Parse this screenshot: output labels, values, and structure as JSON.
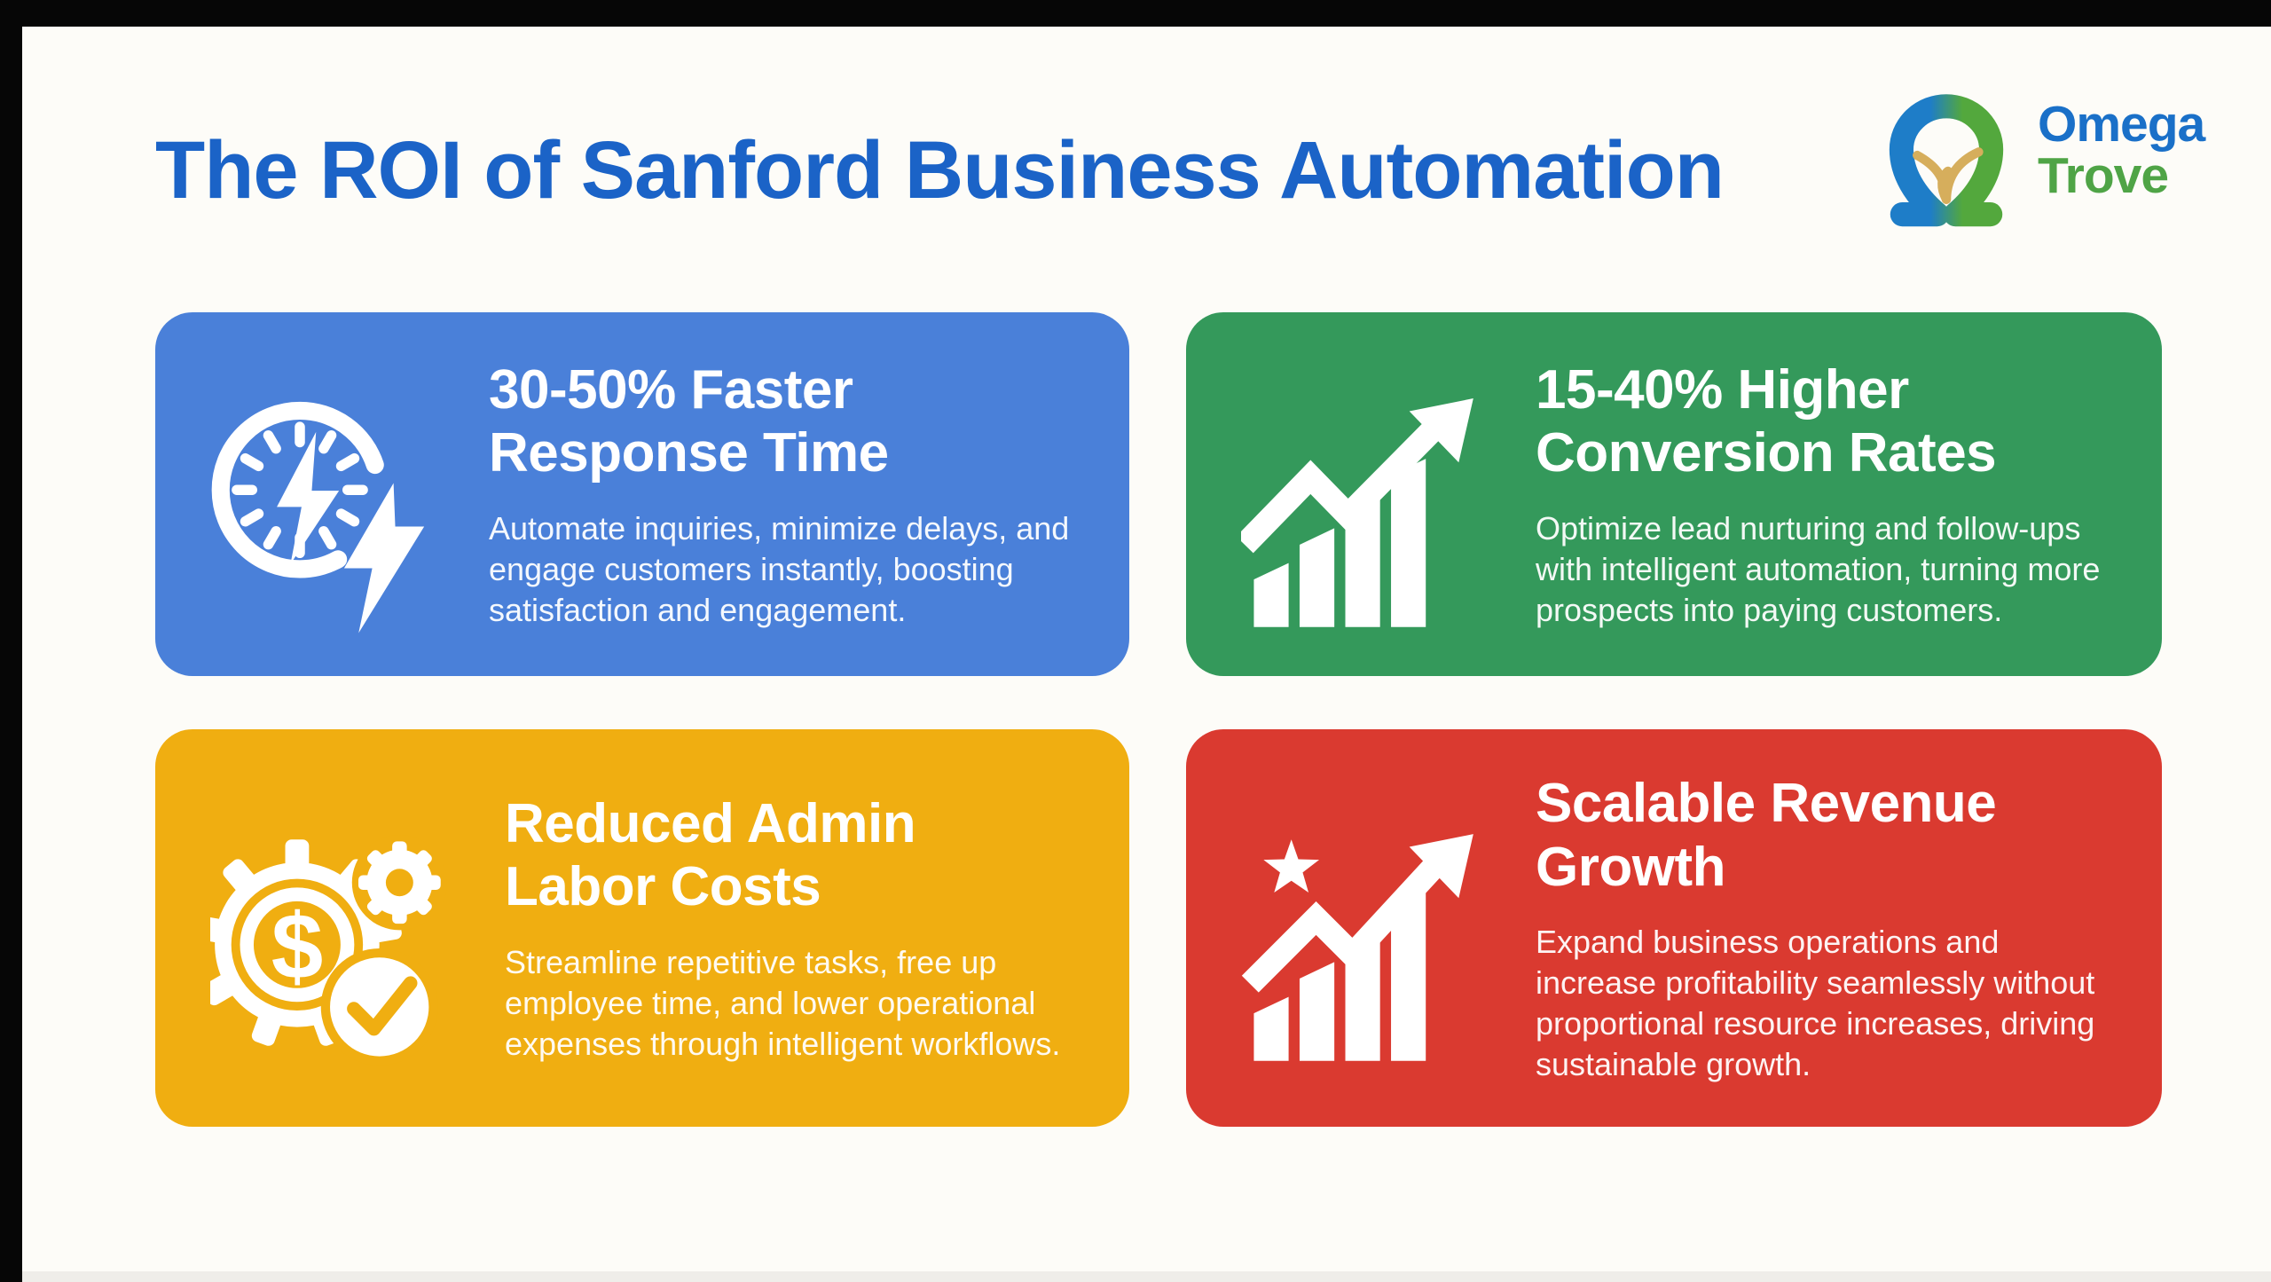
{
  "page": {
    "title": "The ROI of Sanford Business Automation",
    "title_color": "#1b63c7",
    "background": "#fdfcf8",
    "frame_color": "#060606"
  },
  "logo": {
    "name": "Omega Trove",
    "line1": "Omega",
    "line2": "Trove",
    "line1_color": "#1a70c8",
    "line2_color": "#4fa446",
    "symbol": "omega-sprout-logo",
    "symbol_colors": {
      "blue": "#1e7dc8",
      "green": "#53a83d",
      "gold": "#d6ae5c"
    }
  },
  "cards": [
    {
      "id": "response-time",
      "color": "#4a80d9",
      "icon": "stopwatch-lightning-icon",
      "title": "30-50% Faster\nResponse Time",
      "body": "Automate inquiries, minimize delays, and\nengage customers instantly, boosting\nsatisfaction and engagement."
    },
    {
      "id": "conversion-rates",
      "color": "#34995b",
      "icon": "growth-arrow-chart-icon",
      "title": "15-40% Higher\nConversion Rates",
      "body": "Optimize lead nurturing and follow-ups\nwith intelligent automation, turning more\nprospects into paying customers."
    },
    {
      "id": "labor-costs",
      "color": "#f0ae11",
      "icon": "gears-dollar-check-icon",
      "title": "Reduced Admin\nLabor Costs",
      "body": "Streamline repetitive tasks, free up\nemployee time, and lower operational\nexpenses through intelligent workflows."
    },
    {
      "id": "revenue-growth",
      "color": "#da3a30",
      "icon": "star-growth-chart-icon",
      "title": "Scalable Revenue\nGrowth",
      "body": "Expand business operations and\nincrease profitability seamlessly without\nproportional resource increases, driving\nsustainable growth."
    }
  ]
}
